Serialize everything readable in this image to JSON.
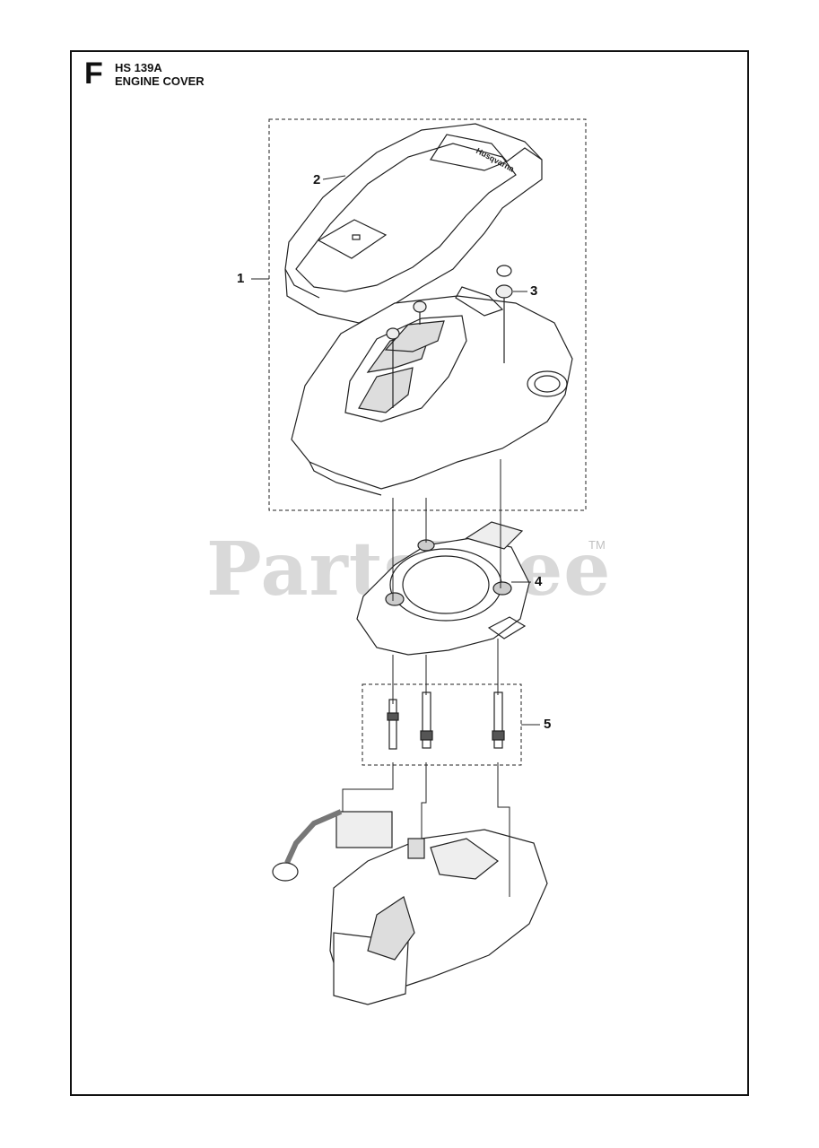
{
  "header": {
    "section_letter": "F",
    "model": "HS 139A",
    "title": "ENGINE COVER"
  },
  "callouts": {
    "c1": "1",
    "c2": "2",
    "c3": "3",
    "c4": "4",
    "c5": "5"
  },
  "cover_brand": "Husqvarna",
  "watermark": {
    "text": "PartsTree",
    "trademark": "TM"
  }
}
